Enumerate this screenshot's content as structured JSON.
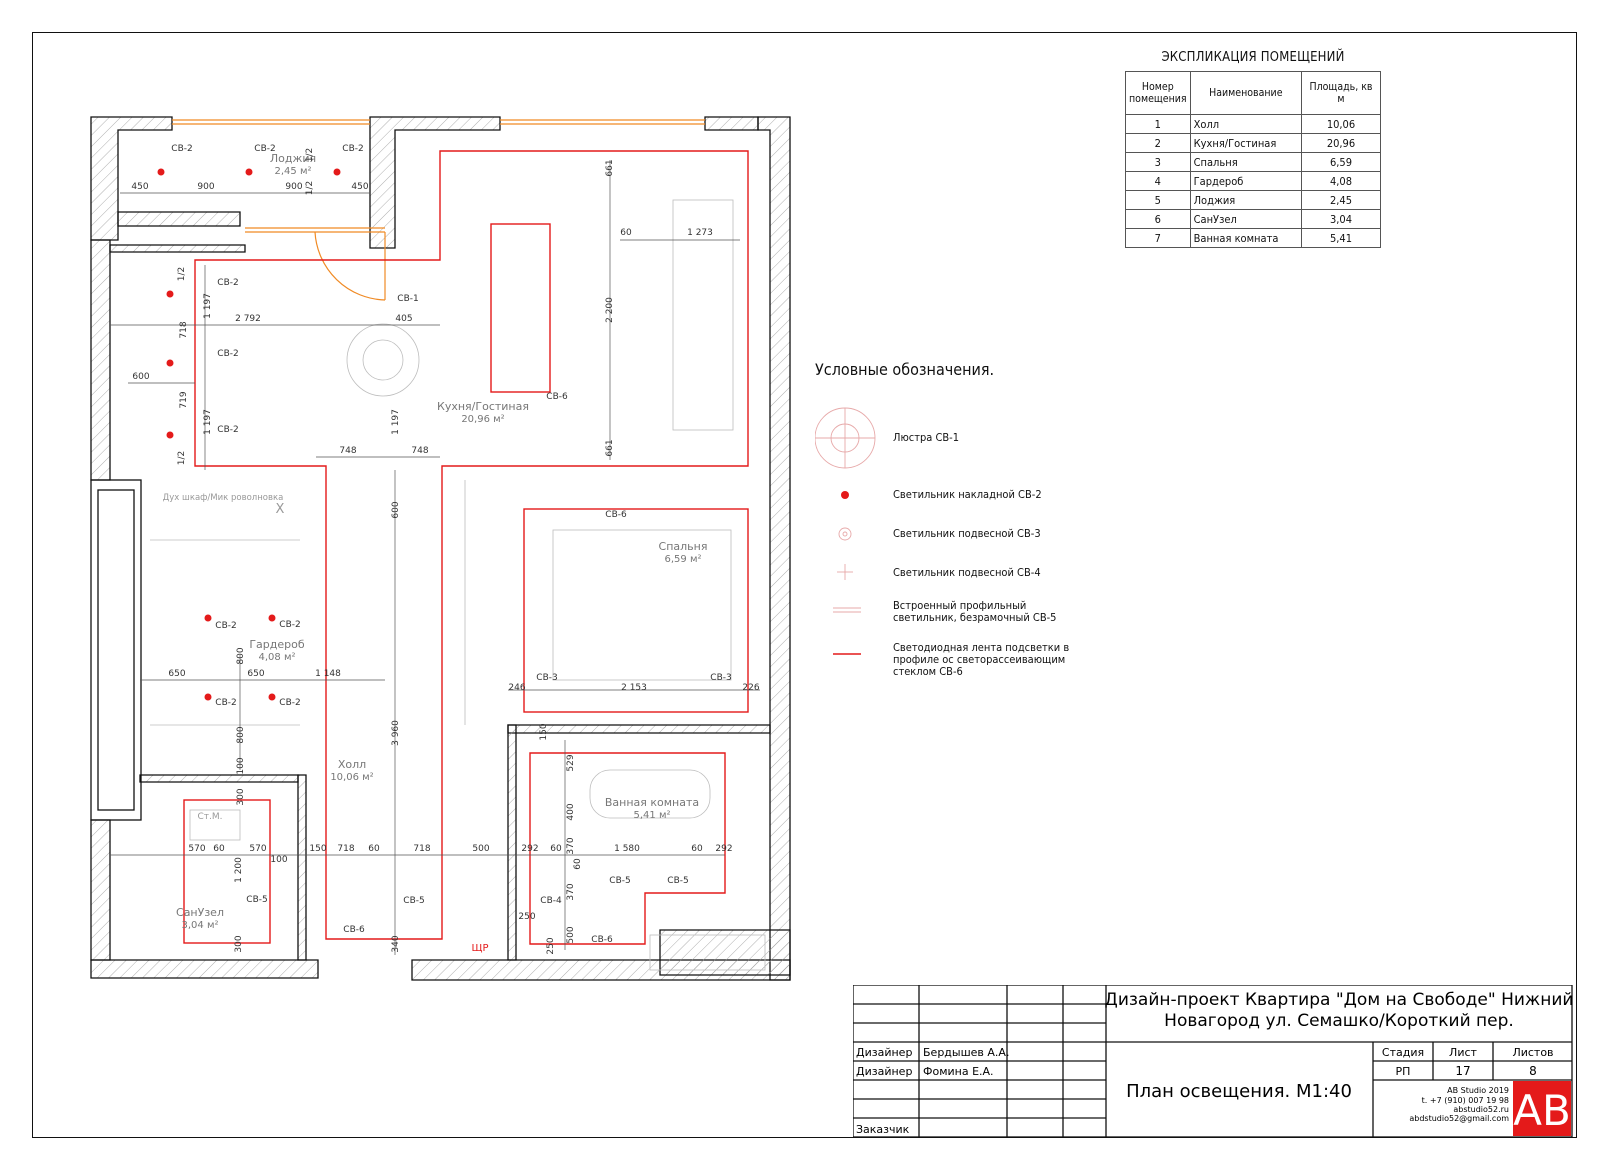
{
  "plan": {
    "rooms": [
      {
        "name": "Лоджия",
        "area": "2,45 м²"
      },
      {
        "name": "Кухня/Гостиная",
        "area": "20,96 м²"
      },
      {
        "name": "Спальня",
        "area": "6,59 м²"
      },
      {
        "name": "Гардероб",
        "area": "4,08 м²"
      },
      {
        "name": "Холл",
        "area": "10,06 м²"
      },
      {
        "name": "Ванная комната",
        "area": "5,41 м²"
      },
      {
        "name": "СанУзел",
        "area": "3,04 м²"
      }
    ],
    "fixture_labels": {
      "cb1": "СВ-1",
      "cb2": "СВ-2",
      "cb3": "СВ-3",
      "cb4": "СВ-4",
      "cb5": "СВ-5",
      "cb6": "СВ-6"
    },
    "misc_labels": {
      "oven": "Дух шкаф/Мик роволновка",
      "washer": "Ст.М.",
      "panel": "ЩР",
      "half": "1/2",
      "x_mark": "X"
    },
    "dimensions": {
      "d450a": "450",
      "d900a": "900",
      "d900b": "900",
      "d450b": "450",
      "d661a": "661",
      "d661b": "661",
      "d2200": "2 200",
      "d60": "60",
      "d1273": "1 273",
      "d1197a": "1 197",
      "d1197b": "1 197",
      "d1197c": "1 197",
      "d2792": "2 792",
      "d405": "405",
      "d718": "718",
      "d719": "719",
      "d600a": "600",
      "d748a": "748",
      "d748b": "748",
      "d600b": "600",
      "d650a": "650",
      "d650b": "650",
      "d1148": "1 148",
      "d800a": "800",
      "d800b": "800",
      "d100": "100",
      "d300a": "300",
      "d3960": "3 960",
      "d246": "246",
      "d2153": "2 153",
      "d226": "226",
      "d150a": "150",
      "d529": "529",
      "d400": "400",
      "d370a": "370",
      "d370b": "370",
      "d500a": "500",
      "d570a": "570",
      "d60b": "60",
      "d570b": "570",
      "d150b": "150",
      "d718b": "718",
      "d60c": "60",
      "d718c": "718",
      "d500b": "500",
      "d292a": "292",
      "d60d": "60",
      "d1580": "1 580",
      "d60e": "60",
      "d292b": "292",
      "d1200": "1 200",
      "d100b": "100",
      "d300b": "300",
      "d340": "340",
      "d250a": "250",
      "d250b": "250",
      "d60f": "60"
    }
  },
  "explication": {
    "title": "ЭКСПЛИКАЦИЯ ПОМЕЩЕНИЙ",
    "headers": [
      "Номер помещения",
      "Наименование",
      "Площадь, кв м"
    ],
    "rows": [
      [
        "1",
        "Холл",
        "10,06"
      ],
      [
        "2",
        "Кухня/Гостиная",
        "20,96"
      ],
      [
        "3",
        "Спальня",
        "6,59"
      ],
      [
        "4",
        "Гардероб",
        "4,08"
      ],
      [
        "5",
        "Лоджия",
        "2,45"
      ],
      [
        "6",
        "СанУзел",
        "3,04"
      ],
      [
        "7",
        "Ванная комната",
        "5,41"
      ]
    ]
  },
  "legend": {
    "title": "Условные обозначения.",
    "items": [
      {
        "symbol": "chandelier-icon",
        "text": "Люстра СВ-1"
      },
      {
        "symbol": "surface-light-icon",
        "text": "Светильник накладной СВ-2"
      },
      {
        "symbol": "pendant-light-icon",
        "text": "Светильник подвесной СВ-3"
      },
      {
        "symbol": "pendant-cross-icon",
        "text": "Светильник подвесной СВ-4"
      },
      {
        "symbol": "profile-light-icon",
        "text": "Встроенный профильный светильник, безрамочный СВ-5"
      },
      {
        "symbol": "led-strip-icon",
        "text": "Светодиодная лента подсветки в профиле ос светорассеивающим стеклом СВ-6"
      }
    ]
  },
  "title_block": {
    "project": "Дизайн-проект Квартира \"Дом на Свободе\" Нижний Новагород ул. Семашко/Короткий пер.",
    "sheet_title": "План освещения. М1:40",
    "role1": "Дизайнер",
    "name1": "Бердышев А.А.",
    "role2": "Дизайнер",
    "name2": "Фомина Е.А.",
    "customer": "Заказчик",
    "stage_label": "Стадия",
    "stage": "РП",
    "sheet_label": "Лист",
    "sheet": "17",
    "sheets_label": "Листов",
    "sheets": "8",
    "studio": "AB Studio 2019",
    "phone": "t. +7 (910) 007 19 98",
    "site": "abstudio52.ru",
    "email": "abdstudio52@gmail.com",
    "logo_text": "AB"
  },
  "colors": {
    "line": "#111111",
    "red": "#e41a1a",
    "orange": "#f08a24",
    "thin": "#999999"
  }
}
